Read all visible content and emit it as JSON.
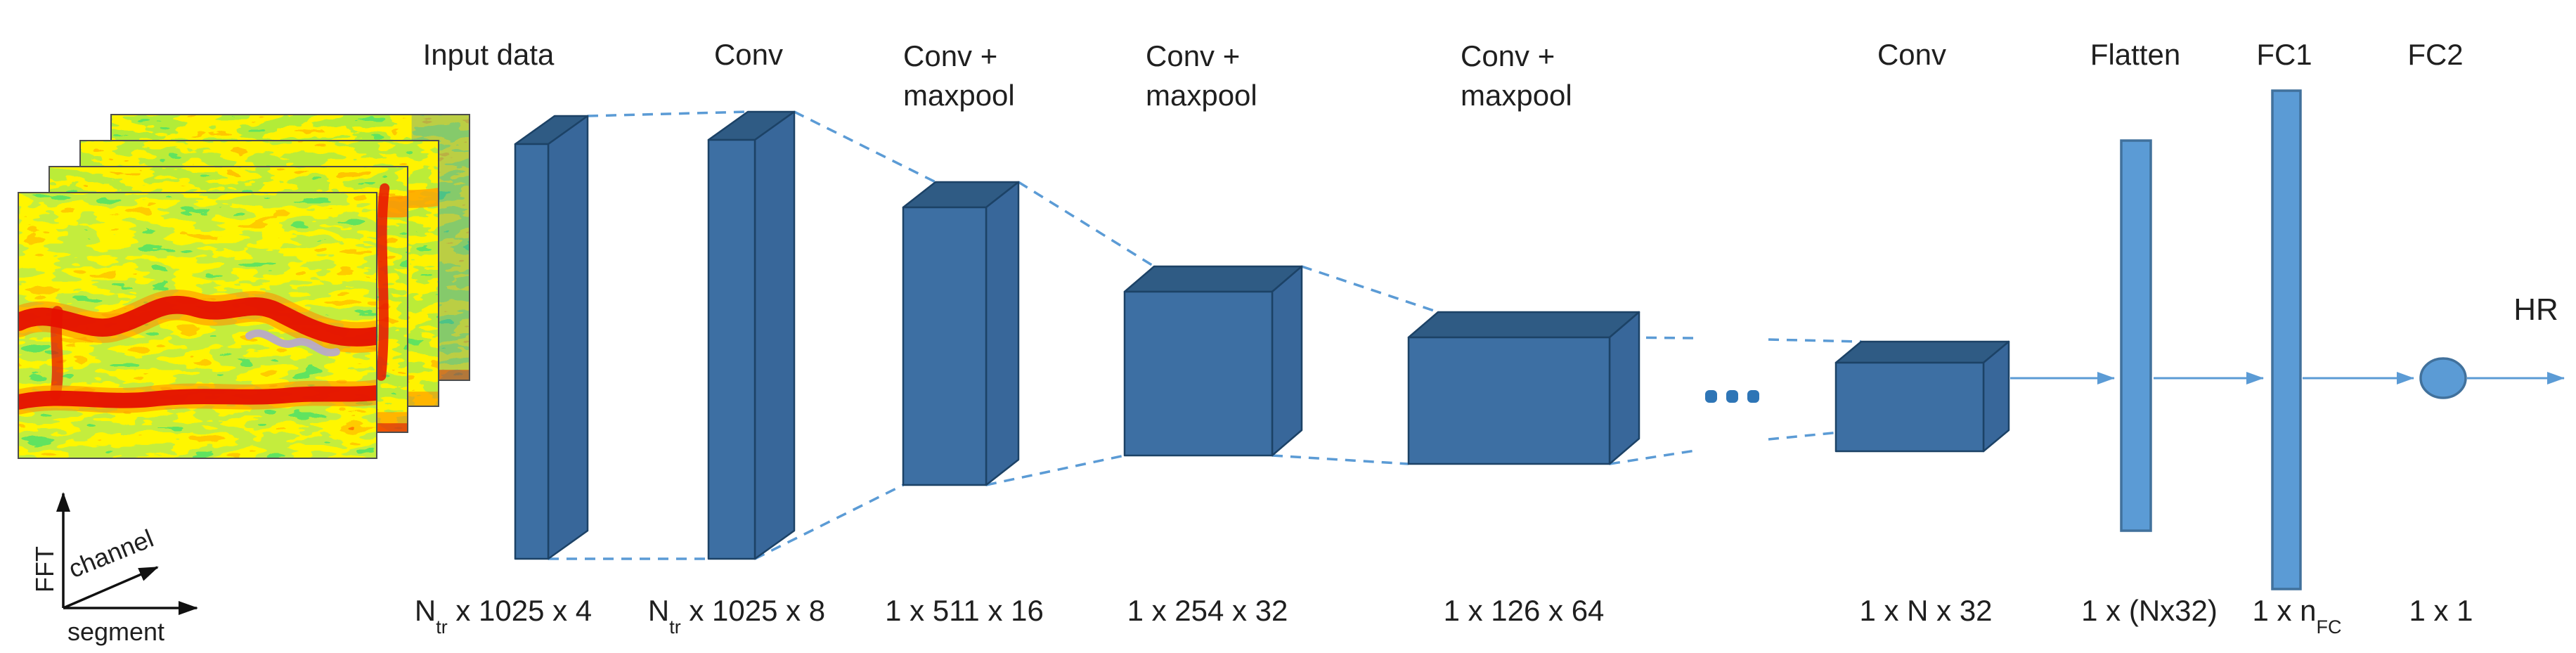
{
  "figure": {
    "type": "cnn-architecture-diagram",
    "output_label": "HR",
    "axis_triad": {
      "vertical": "FFT",
      "diagonal": "channel",
      "horizontal": "segment"
    },
    "input_stack": {
      "description": "stacked spectrogram heatmaps",
      "count": 4
    },
    "ellipsis_dots": 3,
    "layers": [
      {
        "top_label_lines": [
          "Input data"
        ],
        "caption": {
          "base": "N",
          "sub": "tr",
          "rest": " x 1025 x 4"
        }
      },
      {
        "top_label_lines": [
          "Conv"
        ],
        "caption": {
          "base": "N",
          "sub": "tr",
          "rest": " x 1025 x 8"
        }
      },
      {
        "top_label_lines": [
          "Conv +",
          "maxpool"
        ],
        "caption": {
          "base": "1 x 511 x 16"
        }
      },
      {
        "top_label_lines": [
          "Conv +",
          "maxpool"
        ],
        "caption": {
          "base": "1 x 254 x 32"
        }
      },
      {
        "top_label_lines": [
          "Conv +",
          "maxpool"
        ],
        "caption": {
          "base": "1 x 126 x 64"
        }
      },
      {
        "top_label_lines": [
          "Conv"
        ],
        "caption": {
          "base": "1 x N x 32"
        }
      },
      {
        "top_label_lines": [
          "Flatten"
        ],
        "caption": {
          "base": "1 x (Nx32)"
        }
      },
      {
        "top_label_lines": [
          "FC1"
        ],
        "caption": {
          "base": "1 x n",
          "sub": "FC"
        }
      },
      {
        "top_label_lines": [
          "FC2"
        ],
        "caption": {
          "base": "1 x 1"
        }
      }
    ],
    "colors": {
      "background": "#ffffff",
      "box_front": "#3d6fa3",
      "box_top": "#2f5b84",
      "box_side": "#38679a",
      "box_border": "#1c4266",
      "accent_light_blue": "#5b9bd5",
      "accent_border": "#41719c",
      "ellipsis_dots_blue": "#2e75b6",
      "text": "#1f1f1f",
      "spectrogram_green": "#1fc42e",
      "spectrogram_yellow": "#ffe600",
      "spectrogram_orange": "#ff9100",
      "spectrogram_red": "#e81200",
      "spectrogram_blue": "#1e7ae0"
    }
  }
}
